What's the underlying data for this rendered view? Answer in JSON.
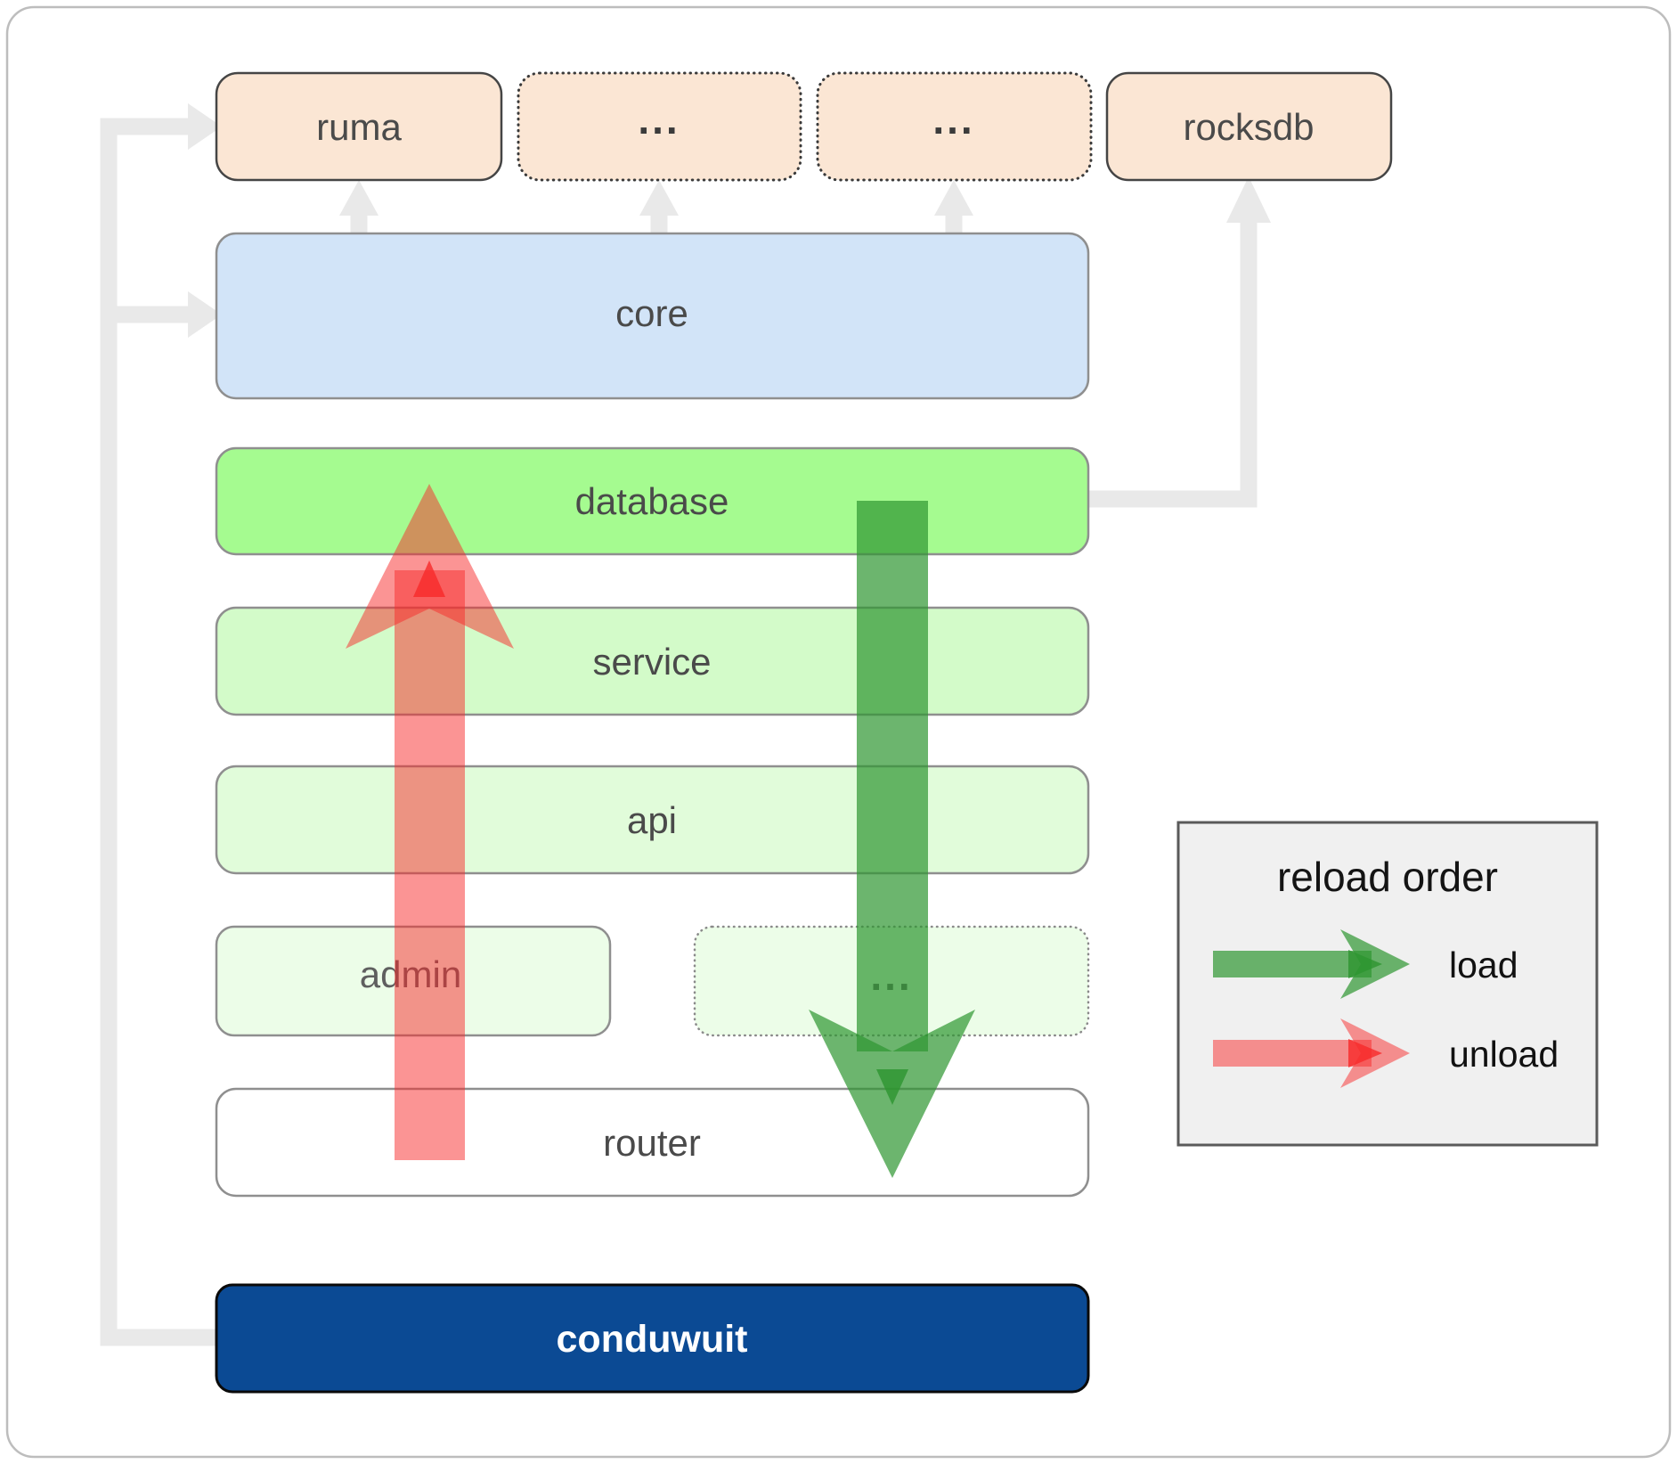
{
  "nodes": {
    "ruma": "ruma",
    "ellipsis_1": "...",
    "ellipsis_2": "...",
    "rocksdb": "rocksdb",
    "core": "core",
    "database": "database",
    "service": "service",
    "api": "api",
    "admin": "admin",
    "admin_ellipsis": "...",
    "router": "router",
    "conduwuit": "conduwuit"
  },
  "legend": {
    "title": "reload order",
    "load_label": "load",
    "unload_label": "unload"
  },
  "colors": {
    "peach": "#fbe6d4",
    "core_blue": "#d2e4f8",
    "database_green": "#a5fb90",
    "service_green": "#d3fbc9",
    "api_green": "#e1fcda",
    "admin_green": "#ecfde8",
    "router_white": "#ffffff",
    "conduwuit_navy": "#0b4a94",
    "connector_gray": "#e9e9e9",
    "load_green": "#2d9530",
    "unload_red": "#f72929",
    "legend_bg": "#f0f0f0"
  }
}
